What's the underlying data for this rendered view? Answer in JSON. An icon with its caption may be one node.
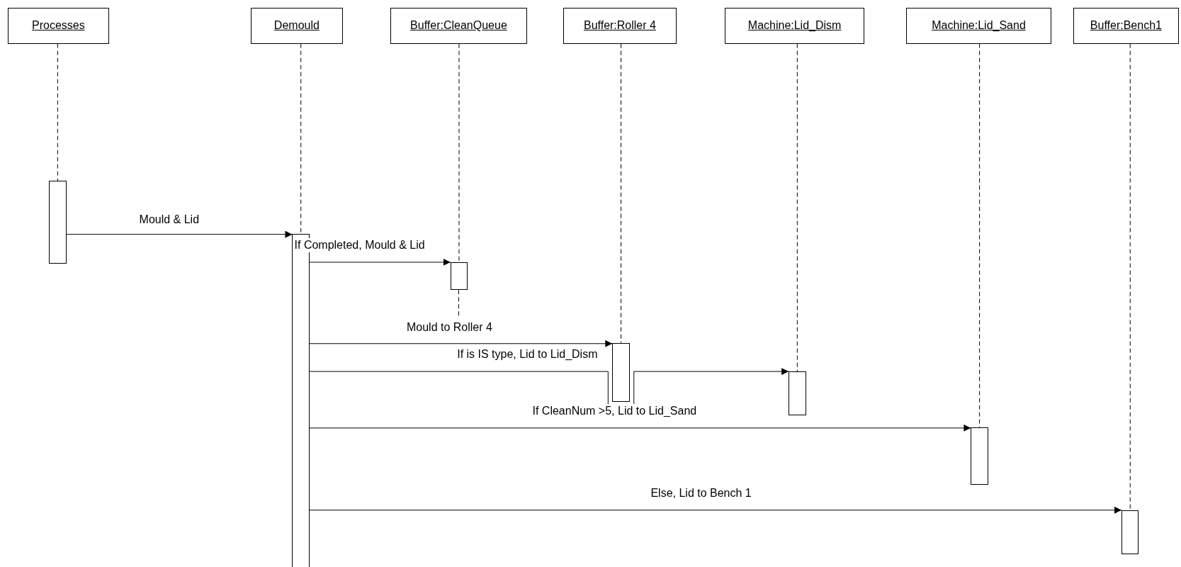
{
  "diagram": {
    "nodes": [
      {
        "text": [
          "Processes"
        ]
      },
      {
        "text": [
          "Demould"
        ]
      },
      {
        "text": [
          "Buffer:CleanQueue"
        ]
      },
      {
        "text": [
          "Buffer:Roller 4"
        ]
      },
      {
        "text": [
          "Machine:Lid_Dism"
        ]
      },
      {
        "text": [
          "Machine:Lid_Sand"
        ]
      },
      {
        "text": [
          "Buffer:Bench1"
        ]
      },
      {
        "text": [],
        "shape": "bar"
      },
      {
        "text": [],
        "shape": "bar"
      },
      {
        "text": [],
        "shape": "bar"
      },
      {
        "text": [],
        "shape": "bar"
      },
      {
        "text": [],
        "shape": "bar"
      },
      {
        "text": [],
        "shape": "bar"
      },
      {
        "text": [],
        "shape": "bar"
      }
    ],
    "edges": [
      {
        "from": 0,
        "to": 7,
        "arrow": "none",
        "style": "dashed"
      },
      {
        "from": 1,
        "to": 8,
        "arrow": "none",
        "style": "dashed"
      },
      {
        "from": 2,
        "to": 9,
        "arrow": "none",
        "style": "dashed"
      },
      {
        "from": 3,
        "to": 10,
        "arrow": "none",
        "style": "dashed"
      },
      {
        "from": 4,
        "to": 11,
        "arrow": "none",
        "style": "dashed"
      },
      {
        "from": 5,
        "to": 12,
        "arrow": "none",
        "style": "dashed"
      },
      {
        "from": 6,
        "to": 13,
        "arrow": "none",
        "style": "dashed"
      },
      {
        "from": 7,
        "to": 8,
        "arrow": "to",
        "label": "Mould & Lid"
      },
      {
        "from": 8,
        "to": 9,
        "arrow": "to",
        "label": "If Completed, Mould & Lid"
      },
      {
        "from": 8,
        "to": 10,
        "arrow": "to",
        "label": "Mould to Roller 4"
      },
      {
        "from": 8,
        "to": 11,
        "arrow": "to",
        "label": "If is IS type, Lid to Lid_Dism"
      },
      {
        "from": 8,
        "to": 12,
        "arrow": "to",
        "label": "If CleanNum >5, Lid to Lid_Sand"
      },
      {
        "from": 8,
        "to": 13,
        "arrow": "to",
        "label": "Else, Lid to Bench 1"
      }
    ]
  }
}
